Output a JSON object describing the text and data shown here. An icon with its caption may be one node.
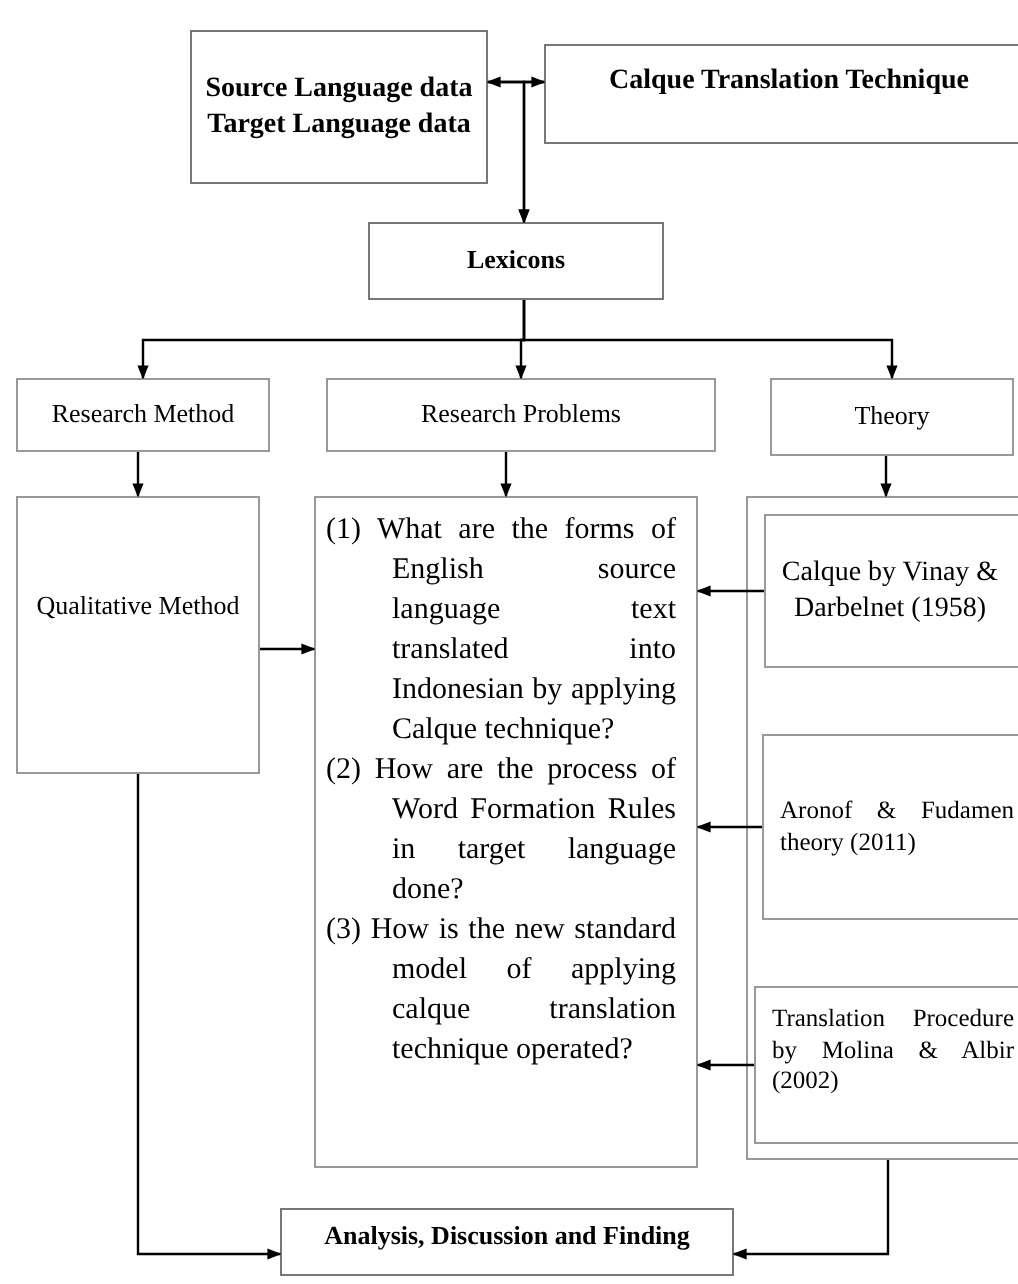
{
  "diagram": {
    "nodes": [
      {
        "text": [
          "Source Language data Target Language data"
        ]
      },
      {
        "text": [
          "Calque Translation Technique"
        ]
      },
      {
        "text": [
          "Lexicons"
        ]
      },
      {
        "text": [
          "Research Method"
        ]
      },
      {
        "text": [
          "Research Problems"
        ]
      },
      {
        "text": [
          "Theory"
        ]
      },
      {
        "text": [
          "Qualitative Method"
        ]
      },
      {
        "text": [
          "(1) What are the forms of English source language text translated into Indonesian by applying Calque technique?",
          "(2) How are the process of Word Formation Rules in target language done?",
          "(3) How is the new standard model of applying calque translation technique operated?"
        ]
      },
      {
        "text": [],
        "shape": "box"
      },
      {
        "text": [
          "Calque by Vinay & Darbelnet (1958)"
        ],
        "in": 8
      },
      {
        "text": [
          "Aronof & Fudamen theory (2011)"
        ],
        "in": 8
      },
      {
        "text": [
          "Translation Procedure by Molina & Albir (2002)"
        ],
        "in": 8
      },
      {
        "text": [
          "Analysis, Discussion and Finding"
        ]
      }
    ],
    "edges": [
      {
        "from": 0,
        "to": 1,
        "arrow": "both"
      },
      {
        "from": 0,
        "to": 2,
        "arrow": "to"
      },
      {
        "from": 1,
        "to": 2,
        "arrow": "to"
      },
      {
        "from": 2,
        "to": 3,
        "arrow": "to"
      },
      {
        "from": 2,
        "to": 4,
        "arrow": "to"
      },
      {
        "from": 2,
        "to": 5,
        "arrow": "to"
      },
      {
        "from": 3,
        "to": 6,
        "arrow": "to"
      },
      {
        "from": 4,
        "to": 7,
        "arrow": "to"
      },
      {
        "from": 5,
        "to": 8,
        "arrow": "to"
      },
      {
        "from": 6,
        "to": 7,
        "arrow": "to"
      },
      {
        "from": 9,
        "to": 7,
        "arrow": "to"
      },
      {
        "from": 10,
        "to": 7,
        "arrow": "to"
      },
      {
        "from": 11,
        "to": 7,
        "arrow": "to"
      },
      {
        "from": 6,
        "to": 12,
        "arrow": "to"
      },
      {
        "from": 8,
        "to": 12,
        "arrow": "to"
      }
    ]
  }
}
